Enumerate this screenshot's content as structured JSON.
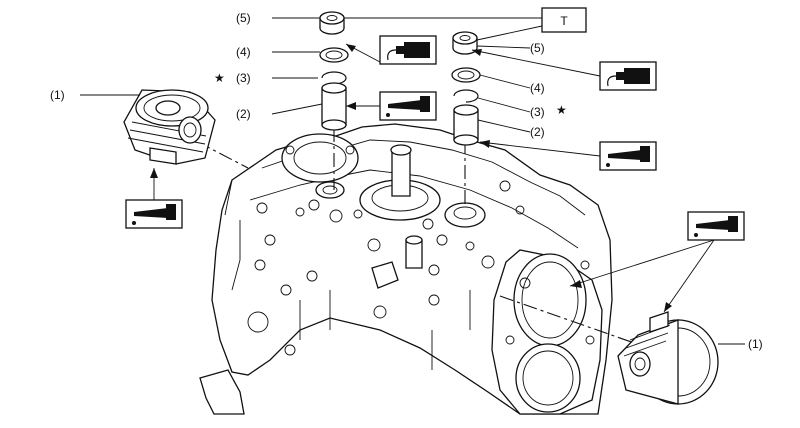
{
  "diagram": {
    "labels": {
      "piston_left": "(1)",
      "piston_right": "(1)",
      "plug_left": "(5)",
      "plug_right": "(5)",
      "washer_left": "(4)",
      "washer_right": "(4)",
      "circlip_left": "(3)",
      "circlip_right": "(3)",
      "pin_left": "(2)",
      "pin_right": "(2)",
      "tool_box": "T",
      "star_left": "★",
      "star_right": "★"
    },
    "symbols": {
      "oil": "oil-can-icon",
      "sealant": "sealant-tube-icon"
    }
  }
}
